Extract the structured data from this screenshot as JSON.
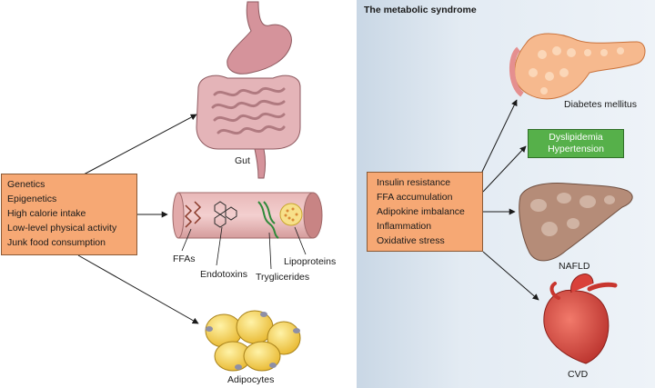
{
  "panel_title": "The metabolic syndrome",
  "causes": [
    "Genetics",
    "Epigenetics",
    "High calorie intake",
    "Low-level physical activity",
    "Junk food consumption"
  ],
  "targets": {
    "gut": "Gut",
    "vessel_labels": [
      "FFAs",
      "Endotoxins",
      "Tryglicerides",
      "Lipoproteins"
    ],
    "adipocytes": "Adipocytes"
  },
  "mechanisms": [
    "Insulin resistance",
    "FFA accumulation",
    "Adipokine imbalance",
    "Inflammation",
    "Oxidative stress"
  ],
  "outcomes": {
    "diabetes": "Diabetes mellitus",
    "green_box": [
      "Dyslipidemia",
      "Hypertension"
    ],
    "nafld": "NAFLD",
    "cvd": "CVD"
  },
  "colors": {
    "orange_box": "#f6a874",
    "green_box": "#56b04a",
    "right_panel": "#dde6ef",
    "organ_pink": "#dca7ae",
    "fat_yellow": "#f2c94c",
    "liver_brown": "#b58c78",
    "heart_red": "#d9413a",
    "pancreas_orange": "#f6b98e"
  }
}
